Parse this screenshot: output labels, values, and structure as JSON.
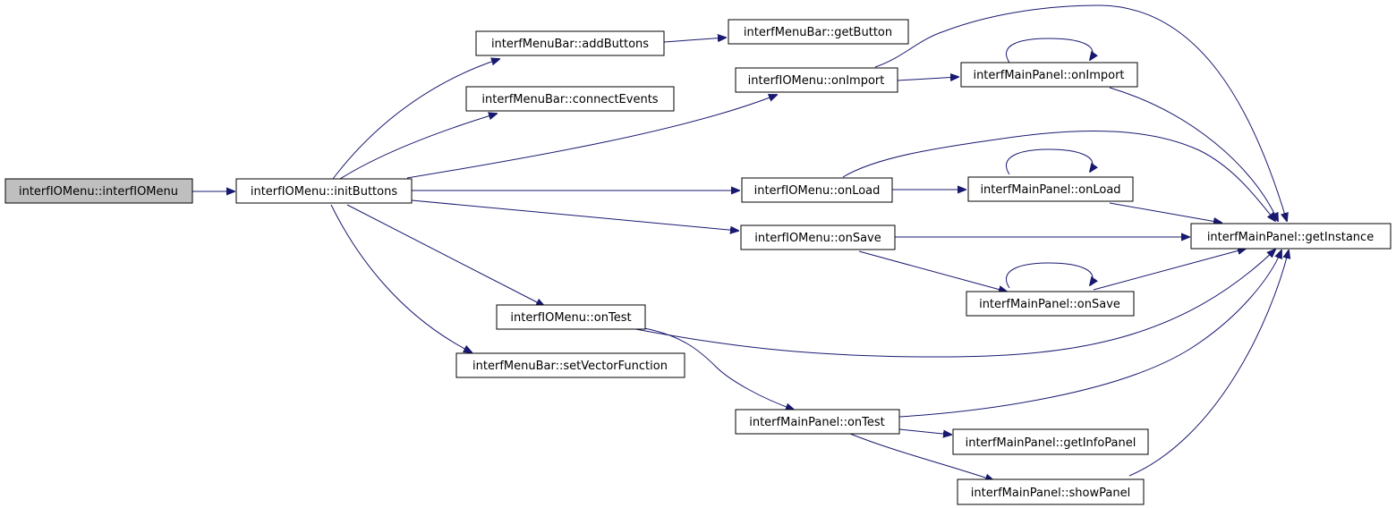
{
  "nodes": {
    "root": "interfIOMenu::interfIOMenu",
    "initButtons": "interfIOMenu::initButtons",
    "addButtons": "interfMenuBar::addButtons",
    "getButton": "interfMenuBar::getButton",
    "connectEvents": "interfMenuBar::connectEvents",
    "onImport": "interfIOMenu::onImport",
    "mpOnImport": "interfMainPanel::onImport",
    "onLoad": "interfIOMenu::onLoad",
    "mpOnLoad": "interfMainPanel::onLoad",
    "onSave": "interfIOMenu::onSave",
    "getInstance": "interfMainPanel::getInstance",
    "mpOnSave": "interfMainPanel::onSave",
    "onTest": "interfIOMenu::onTest",
    "setVectorFunction": "interfMenuBar::setVectorFunction",
    "mpOnTest": "interfMainPanel::onTest",
    "getInfoPanel": "interfMainPanel::getInfoPanel",
    "showPanel": "interfMainPanel::showPanel"
  },
  "edges": [
    [
      "root",
      "initButtons"
    ],
    [
      "initButtons",
      "addButtons"
    ],
    [
      "initButtons",
      "connectEvents"
    ],
    [
      "initButtons",
      "onImport"
    ],
    [
      "initButtons",
      "onLoad"
    ],
    [
      "initButtons",
      "onSave"
    ],
    [
      "initButtons",
      "onTest"
    ],
    [
      "initButtons",
      "setVectorFunction"
    ],
    [
      "addButtons",
      "getButton"
    ],
    [
      "onImport",
      "mpOnImport"
    ],
    [
      "onImport",
      "getInstance"
    ],
    [
      "mpOnImport",
      "mpOnImport"
    ],
    [
      "mpOnImport",
      "getInstance"
    ],
    [
      "onLoad",
      "mpOnLoad"
    ],
    [
      "onLoad",
      "getInstance"
    ],
    [
      "mpOnLoad",
      "mpOnLoad"
    ],
    [
      "mpOnLoad",
      "getInstance"
    ],
    [
      "onSave",
      "getInstance"
    ],
    [
      "onSave",
      "mpOnSave"
    ],
    [
      "mpOnSave",
      "mpOnSave"
    ],
    [
      "mpOnSave",
      "getInstance"
    ],
    [
      "onTest",
      "getInstance"
    ],
    [
      "onTest",
      "mpOnTest"
    ],
    [
      "mpOnTest",
      "getInstance"
    ],
    [
      "mpOnTest",
      "getInfoPanel"
    ],
    [
      "mpOnTest",
      "showPanel"
    ],
    [
      "showPanel",
      "getInstance"
    ]
  ],
  "colors": {
    "edge": "#191970",
    "root_fill": "#bfbfbf",
    "node_fill": "#ffffff",
    "node_border": "#000000"
  }
}
